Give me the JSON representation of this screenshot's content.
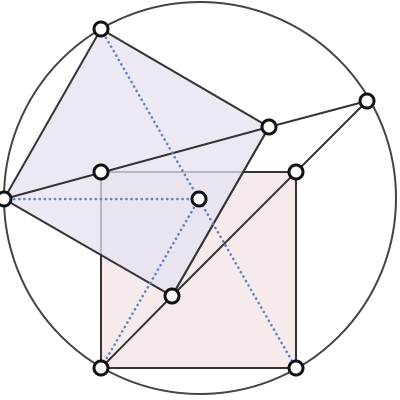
{
  "figure": {
    "type": "geometric-construction",
    "colors": {
      "background": "#ffffff",
      "circle_stroke": "#444444",
      "segment_stroke": "#333333",
      "dotted_stroke": "#5b86c4",
      "square_fill": "#f6e6e6",
      "quad_fill": "#e6e2f2",
      "point_fill": "#ffffff",
      "point_stroke": "#111111"
    },
    "points": [
      {
        "id": "top",
        "name": "point-top"
      },
      {
        "id": "right",
        "name": "point-right"
      },
      {
        "id": "left",
        "name": "point-left"
      },
      {
        "id": "quad_right",
        "name": "point-quad-right"
      },
      {
        "id": "sq_tl",
        "name": "point-square-top-left"
      },
      {
        "id": "sq_tr",
        "name": "point-square-top-right"
      },
      {
        "id": "sq_bl",
        "name": "point-square-bottom-left"
      },
      {
        "id": "sq_br",
        "name": "point-square-bottom-right"
      },
      {
        "id": "center",
        "name": "point-center"
      },
      {
        "id": "inner",
        "name": "point-inner"
      }
    ],
    "polygons": [
      {
        "name": "square-region",
        "vertices": [
          "sq_tl",
          "sq_tr",
          "sq_br",
          "sq_bl"
        ],
        "style": "square"
      },
      {
        "name": "quadrilateral-region",
        "vertices": [
          "top",
          "quad_right",
          "inner",
          "left"
        ],
        "style": "quad"
      }
    ],
    "segments": [
      {
        "name": "segment-left-quad-right",
        "from": "left",
        "to": "quad_right",
        "style": "solid"
      },
      {
        "name": "segment-quad-right-right",
        "from": "quad_right",
        "to": "right",
        "style": "solid"
      },
      {
        "name": "segment-right-inner",
        "from": "right",
        "to": "inner",
        "style": "solid"
      },
      {
        "name": "segment-quad-right-inner",
        "from": "quad_right",
        "to": "inner",
        "style": "solid"
      },
      {
        "name": "segment-inner-bottom-left",
        "from": "inner",
        "to": "sq_bl",
        "style": "solid"
      },
      {
        "name": "dotted-top-to-bottom-right",
        "from": "top",
        "to": "sq_br",
        "style": "dotted"
      },
      {
        "name": "dotted-left-to-center",
        "from": "left",
        "to": "center",
        "style": "dotted"
      },
      {
        "name": "dotted-center-to-bottom-left",
        "from": "center",
        "to": "sq_bl",
        "style": "dotted"
      }
    ]
  }
}
